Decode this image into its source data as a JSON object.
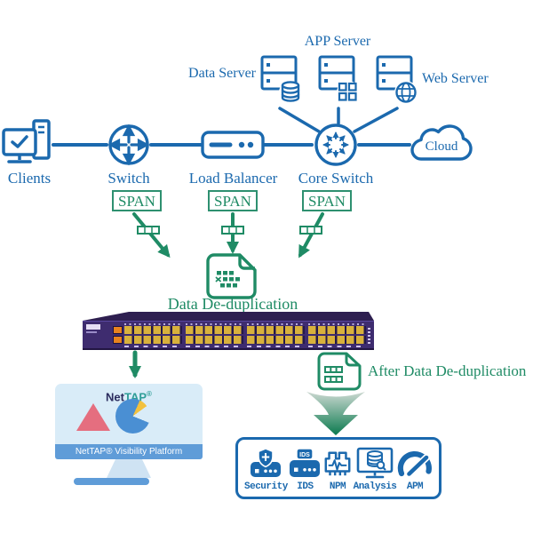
{
  "colors": {
    "blue": "#1b69ae",
    "green": "#1f8b65",
    "green_dark": "#0a7a4e",
    "purple": "#3e2c6f",
    "port_gold": "#d8b13c",
    "triangle_pink": "#e56e7f",
    "pie_blue": "#4a8fd3",
    "pie_yellow": "#f2c13e",
    "monitor_bar_blue": "#5f9cd8"
  },
  "nodes": {
    "clients": {
      "label": "Clients"
    },
    "switch": {
      "label": "Switch"
    },
    "load_balancer": {
      "label": "Load Balancer"
    },
    "core_switch": {
      "label": "Core Switch"
    },
    "cloud": {
      "label": "Cloud"
    },
    "data_server": {
      "label": "Data Server"
    },
    "app_server": {
      "label": "APP Server"
    },
    "web_server": {
      "label": "Web Server"
    }
  },
  "span_tags": [
    "SPAN",
    "SPAN",
    "SPAN"
  ],
  "dedup_label": "Data De-duplication",
  "after_dedup_label": "After Data De-duplication",
  "monitor": {
    "brand_prefix": "Net",
    "brand_suffix": "TAP",
    "brand_mark": "®",
    "platform_text": "NetTAP® Visibility Platform"
  },
  "tools": [
    {
      "label": "Security"
    },
    {
      "label": "IDS",
      "badge": "IDS"
    },
    {
      "label": "NPM"
    },
    {
      "label": "Analysis"
    },
    {
      "label": "APM"
    }
  ]
}
